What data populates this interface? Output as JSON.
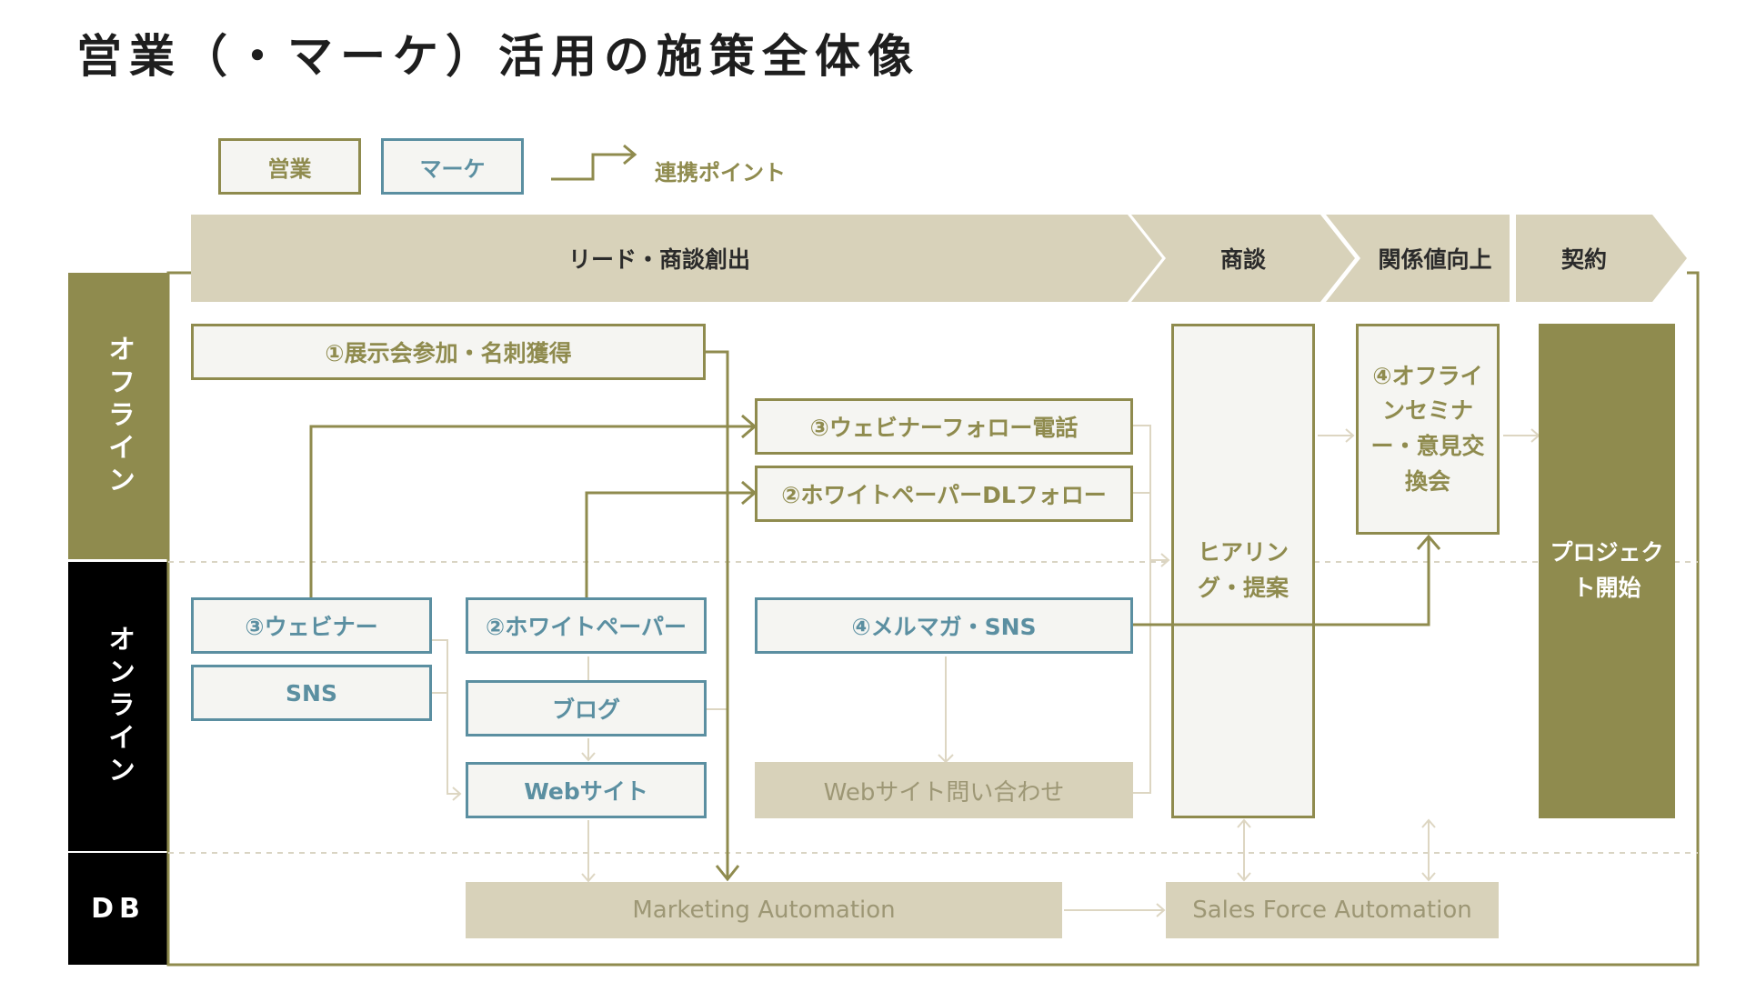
{
  "title": "営業（・マーケ）活用の施策全体像",
  "legend": {
    "sales": "営業",
    "marketing": "マーケ",
    "link_point": "連携ポイント"
  },
  "stages": [
    "リード・商談創出",
    "商談",
    "関係値向上",
    "契約"
  ],
  "rows": {
    "offline": "オフライン",
    "online": "オンライン",
    "db": "DB"
  },
  "boxes": {
    "expo": "①展示会参加・名刺獲得",
    "webinar_call": "③ウェビナーフォロー電話",
    "whitepaper_follow": "②ホワイトペーパーDLフォロー",
    "webinar": "③ウェビナー",
    "sns": "SNS",
    "whitepaper": "②ホワイトペーパー",
    "blog": "ブログ",
    "website": "Webサイト",
    "mailmag": "④メルマガ・SNS",
    "web_inquiry": "Webサイト問い合わせ",
    "hearing": "ヒアリング・提案",
    "seminar": "④オフラインセミナー・意見交換会",
    "project": "プロジェクト開始",
    "ma": "Marketing Automation",
    "sfa": "Sales Force Automation"
  },
  "colors": {
    "sales": "#8f8b4e",
    "marketing": "#5b8fa1",
    "stage": "#d8d2ba",
    "db_box": "#d8d2ba",
    "light_line": "#ddd6c2",
    "row_offline": "#8f8b4e",
    "row_online": "#000000"
  }
}
